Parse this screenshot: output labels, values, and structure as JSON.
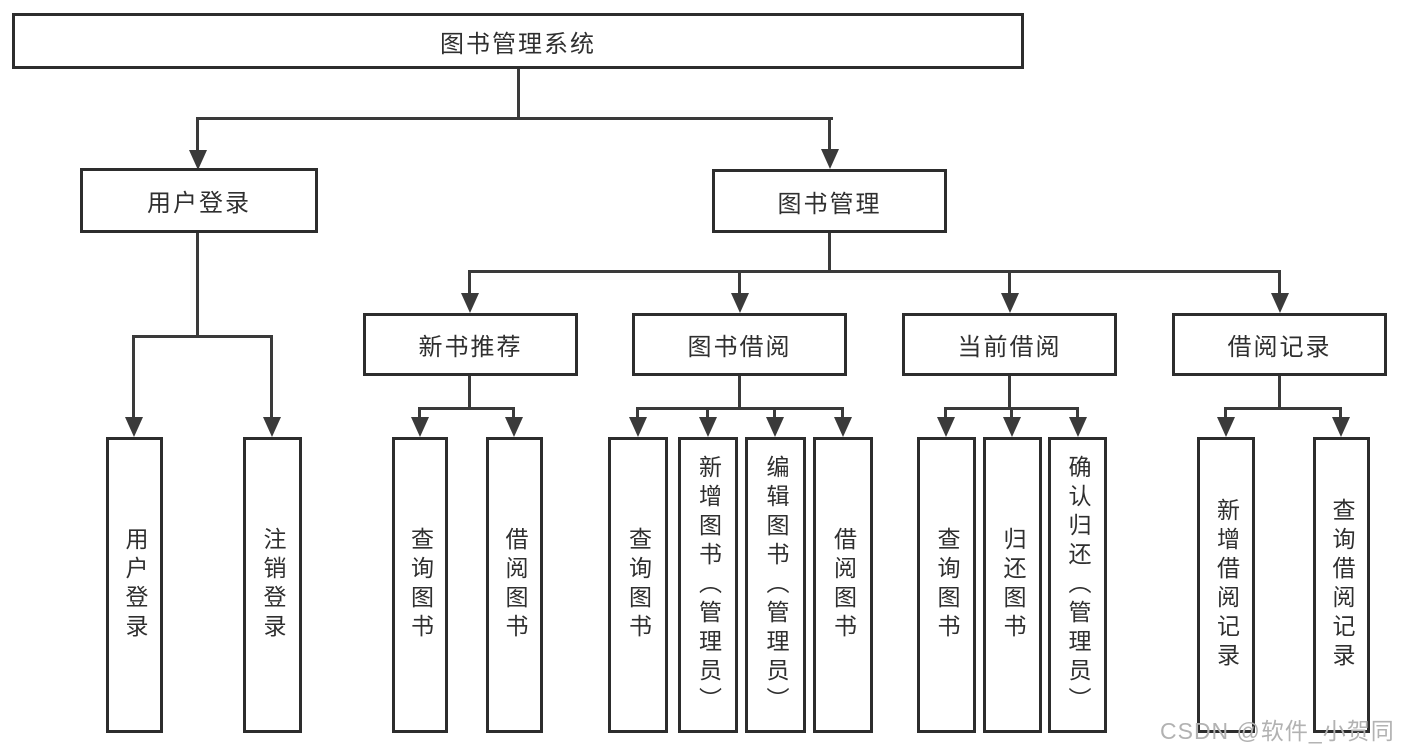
{
  "diagram": {
    "title": "图书管理系统",
    "type": "hierarchy-flowchart",
    "colors": {
      "background": "#ffffff",
      "line": "#3a3a3a",
      "box_border": "#2d2d2d",
      "text": "#2f2f2f",
      "watermark": "#b2b2b2"
    }
  },
  "nodes": {
    "root": {
      "label": "图书管理系统"
    },
    "user_login": {
      "label": "用户登录"
    },
    "book_mgmt": {
      "label": "图书管理"
    },
    "login": {
      "label": "用户登录"
    },
    "logout": {
      "label": "注销登录"
    },
    "new_book_rec": {
      "label": "新书推荐"
    },
    "book_borrow": {
      "label": "图书借阅"
    },
    "current_borrow": {
      "label": "当前借阅"
    },
    "borrow_record": {
      "label": "借阅记录"
    },
    "nbr_query": {
      "label": "查询图书"
    },
    "nbr_borrow": {
      "label": "借阅图书"
    },
    "bb_query": {
      "label": "查询图书"
    },
    "bb_add": {
      "label": "新增图书（管理员）"
    },
    "bb_edit": {
      "label": "编辑图书（管理员）"
    },
    "bb_borrow": {
      "label": "借阅图书"
    },
    "cb_query": {
      "label": "查询图书"
    },
    "cb_return": {
      "label": "归还图书"
    },
    "cb_confirm": {
      "label": "确认归还（管理员）"
    },
    "br_add": {
      "label": "新增借阅记录"
    },
    "br_query": {
      "label": "查询借阅记录"
    }
  },
  "hierarchy": {
    "图书管理系统": {
      "用户登录": [
        "用户登录",
        "注销登录"
      ],
      "图书管理": {
        "新书推荐": [
          "查询图书",
          "借阅图书"
        ],
        "图书借阅": [
          "查询图书",
          "新增图书（管理员）",
          "编辑图书（管理员）",
          "借阅图书"
        ],
        "当前借阅": [
          "查询图书",
          "归还图书",
          "确认归还（管理员）"
        ],
        "借阅记录": [
          "新增借阅记录",
          "查询借阅记录"
        ]
      }
    }
  },
  "watermark": {
    "text": "CSDN @软件_小贺同学"
  }
}
